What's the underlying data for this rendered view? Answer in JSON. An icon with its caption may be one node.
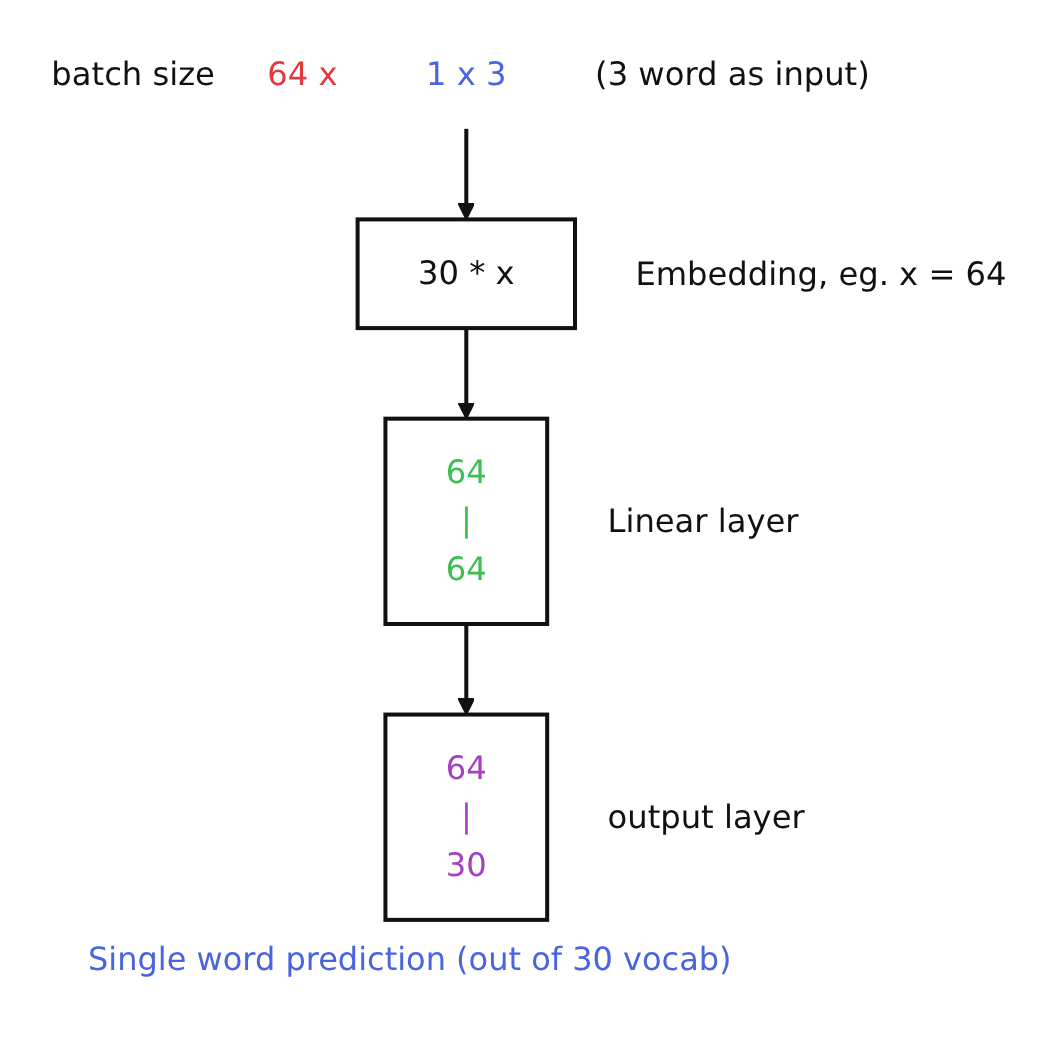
{
  "diagram": {
    "nodes": [
      {
        "text": [
          "1 x 3"
        ]
      },
      {
        "text": [
          "30 * x"
        ],
        "beside": [
          "Embedding, eg. x = 64"
        ]
      },
      {
        "text": [
          "64 | 64"
        ],
        "beside": [
          "Linear layer"
        ]
      },
      {
        "text": [
          "64 | 30"
        ],
        "beside": [
          "output layer"
        ]
      }
    ],
    "edges": [
      {
        "from": 0,
        "to": 1,
        "arrow": "to"
      },
      {
        "from": 1,
        "to": 2,
        "arrow": "to"
      },
      {
        "from": 2,
        "to": 3,
        "arrow": "to"
      }
    ],
    "labels": [
      "batch size",
      "64 x",
      "(3 word as input)",
      "Single word prediction (out of 30 vocab)"
    ]
  }
}
